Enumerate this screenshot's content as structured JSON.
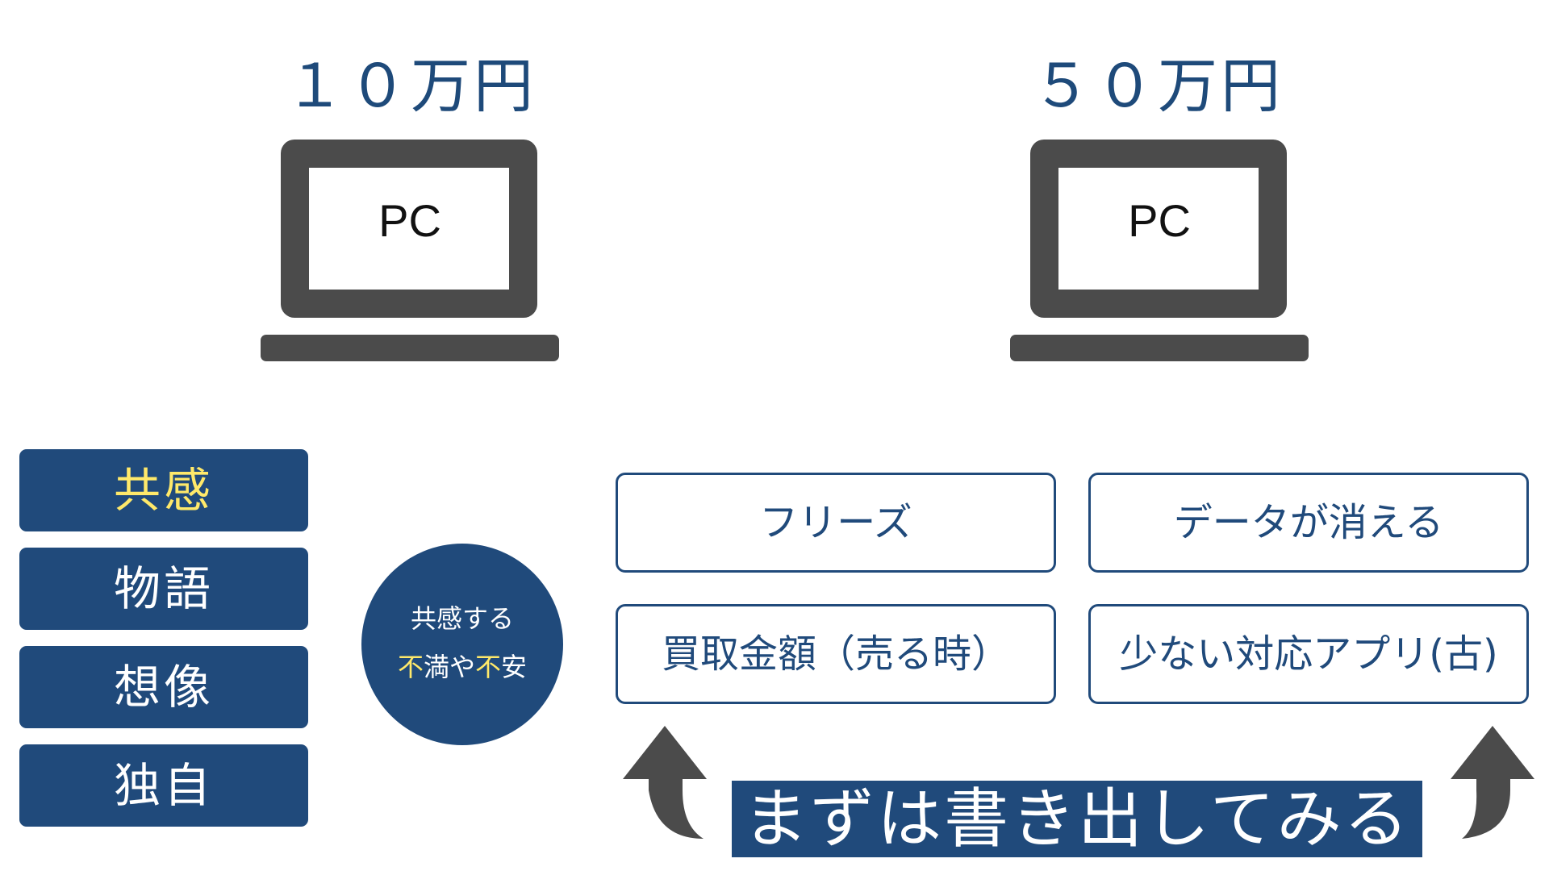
{
  "products": [
    {
      "price": "１０万円",
      "label": "PC"
    },
    {
      "price": "５０万円",
      "label": "PC"
    }
  ],
  "tags": [
    {
      "label": "共感"
    },
    {
      "label": "物語"
    },
    {
      "label": "想像"
    },
    {
      "label": "独自"
    }
  ],
  "circle": {
    "line1": "共感する",
    "part1": "不",
    "part2": "満や",
    "part3": "不",
    "part4": "安"
  },
  "concerns": [
    {
      "label": "フリーズ"
    },
    {
      "label": "データが消える"
    },
    {
      "label": "買取金額（売る時）"
    },
    {
      "label": "少ない対応アプリ(古)"
    }
  ],
  "banner": {
    "text": "まずは書き出してみる"
  },
  "icons": [
    "laptop-icon",
    "laptop-icon",
    "up-arrow-icon",
    "up-arrow-icon"
  ],
  "colors": {
    "navy": "#204a7b",
    "price_text": "#1e4a7a",
    "highlight": "#ffe96a",
    "laptop_gray": "#4b4b4b"
  }
}
